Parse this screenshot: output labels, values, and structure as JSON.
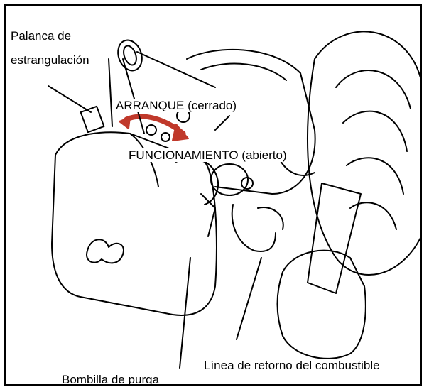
{
  "labels": {
    "choke_lever_line1": "Palanca de",
    "choke_lever_line2": "estrangulación",
    "start_closed": "ARRANQUE (cerrado)",
    "run_open": "FUNCIONAMIENTO (abierto)",
    "primer_bulb": "Bombilla de purga",
    "fuel_return_line": "Línea de retorno del combustible"
  }
}
